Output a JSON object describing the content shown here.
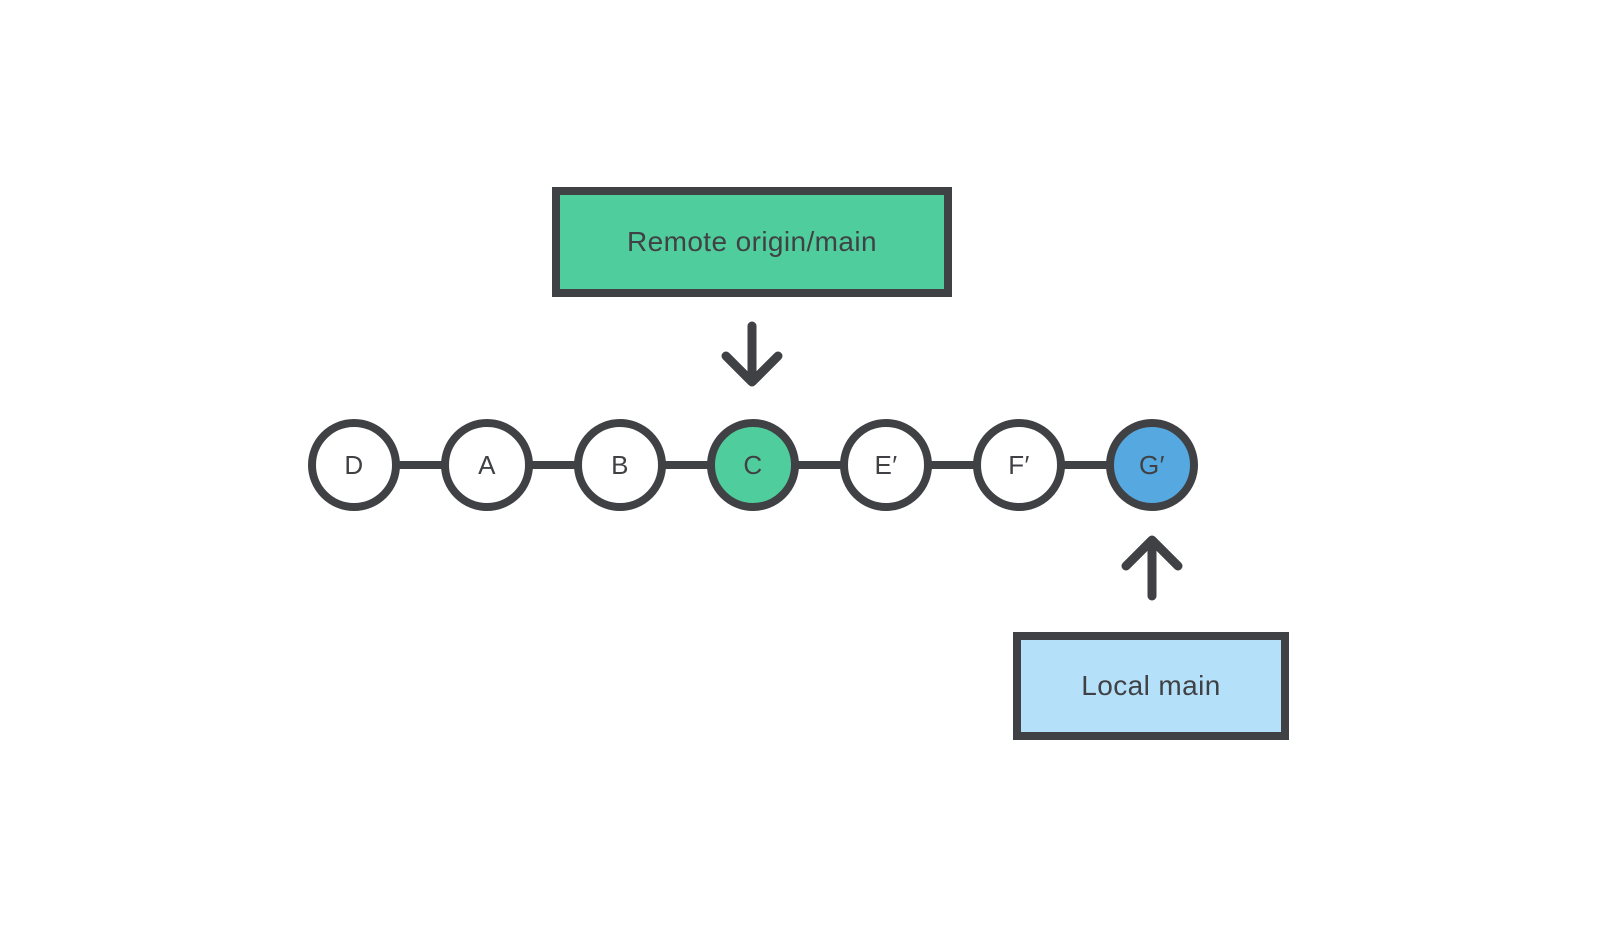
{
  "diagram": {
    "title": "git commit chain diagram",
    "remote_branch_label": "Remote origin/main",
    "local_branch_label": "Local main",
    "commits": [
      {
        "label": "D",
        "fill": "white"
      },
      {
        "label": "A",
        "fill": "white"
      },
      {
        "label": "B",
        "fill": "white"
      },
      {
        "label": "C",
        "fill": "green",
        "pointed_to_by": "Remote origin/main"
      },
      {
        "label": "E′",
        "fill": "white"
      },
      {
        "label": "F′",
        "fill": "white"
      },
      {
        "label": "G′",
        "fill": "blue",
        "pointed_to_by": "Local main"
      }
    ],
    "icons": {
      "arrow_down": "↓",
      "arrow_up": "↑"
    },
    "colors": {
      "outline_dark": "#404144",
      "remote_green": "#50cd9d",
      "local_node_blue": "#55a8e0",
      "local_box_blue": "#b5e0fa",
      "background": "#ffffff"
    }
  }
}
